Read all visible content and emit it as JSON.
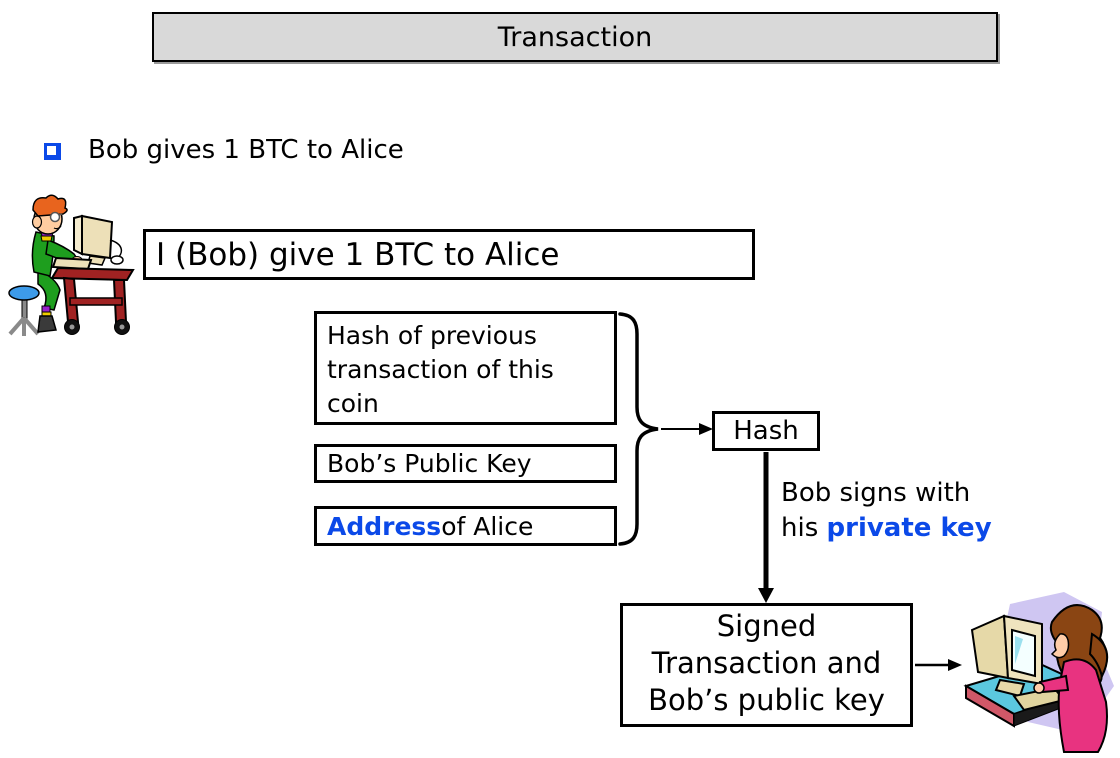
{
  "colors": {
    "accent_blue": "#0b49e8",
    "title_fill": "#d9d9d9"
  },
  "title_bar": {
    "text": "Transaction"
  },
  "bullet": {
    "text": "Bob gives 1 BTC to Alice"
  },
  "message_box": {
    "text": "I (Bob) give 1 BTC to Alice"
  },
  "stack": {
    "hash_prev": "Hash of previous transaction of this coin",
    "public_key": "Bob’s Public Key",
    "address_highlight": "Address",
    "address_rest": " of Alice"
  },
  "hash_box": {
    "text": "Hash"
  },
  "sign_note": {
    "line1": "Bob signs with",
    "line2_prefix": "his ",
    "line2_highlight": "private key"
  },
  "signed_box": {
    "line1": "Signed",
    "line2": "Transaction and",
    "line3": "Bob’s public key"
  },
  "icons": {
    "left": "bob-at-computer-clipart",
    "right": "alice-at-computer-clipart"
  }
}
